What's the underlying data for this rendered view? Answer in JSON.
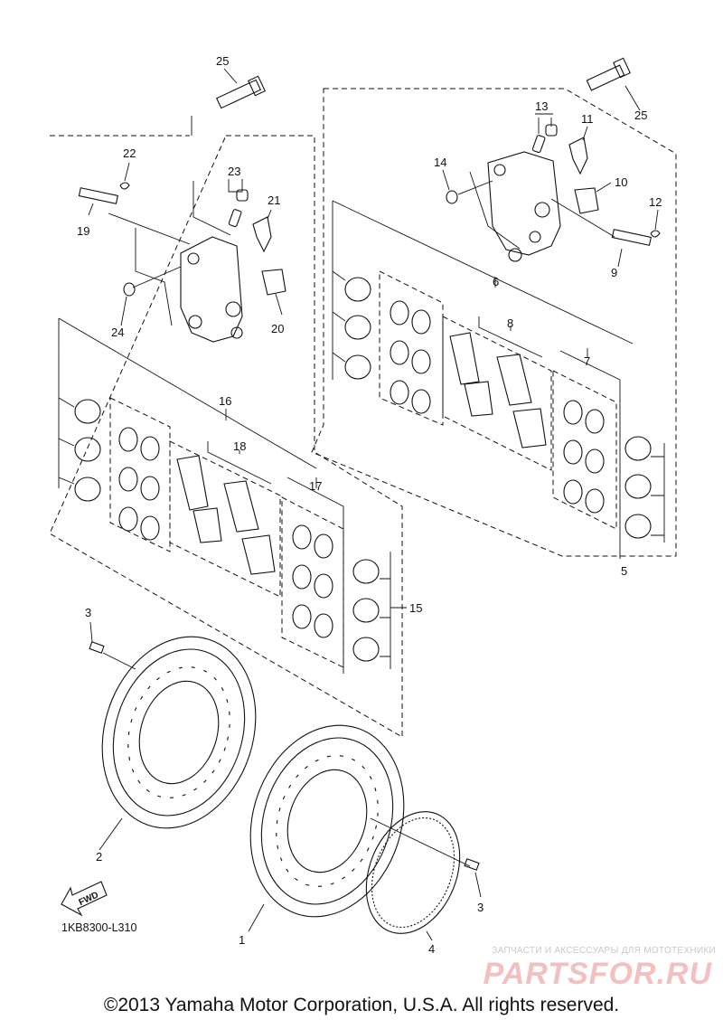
{
  "callouts": {
    "c1": "1",
    "c2": "2",
    "c3a": "3",
    "c3b": "3",
    "c4": "4",
    "c5": "5",
    "c6": "6",
    "c7": "7",
    "c8": "8",
    "c9": "9",
    "c10": "10",
    "c11": "11",
    "c12": "12",
    "c13": "13",
    "c14": "14",
    "c15": "15",
    "c16": "16",
    "c17": "17",
    "c18": "18",
    "c19": "19",
    "c20": "20",
    "c21": "21",
    "c22": "22",
    "c23": "23",
    "c24": "24",
    "c25a": "25",
    "c25b": "25"
  },
  "diagram_code": "1KB8300-L310",
  "fwd_label": "FWD",
  "copyright": "©2013 Yamaha Motor Corporation, U.S.A. All rights reserved.",
  "watermark": {
    "tagline": "ЗАПЧАСТИ И АКСЕССУАРЫ ДЛЯ МОТОТЕХНИКИ",
    "logo": "PARTSFOR.RU"
  }
}
